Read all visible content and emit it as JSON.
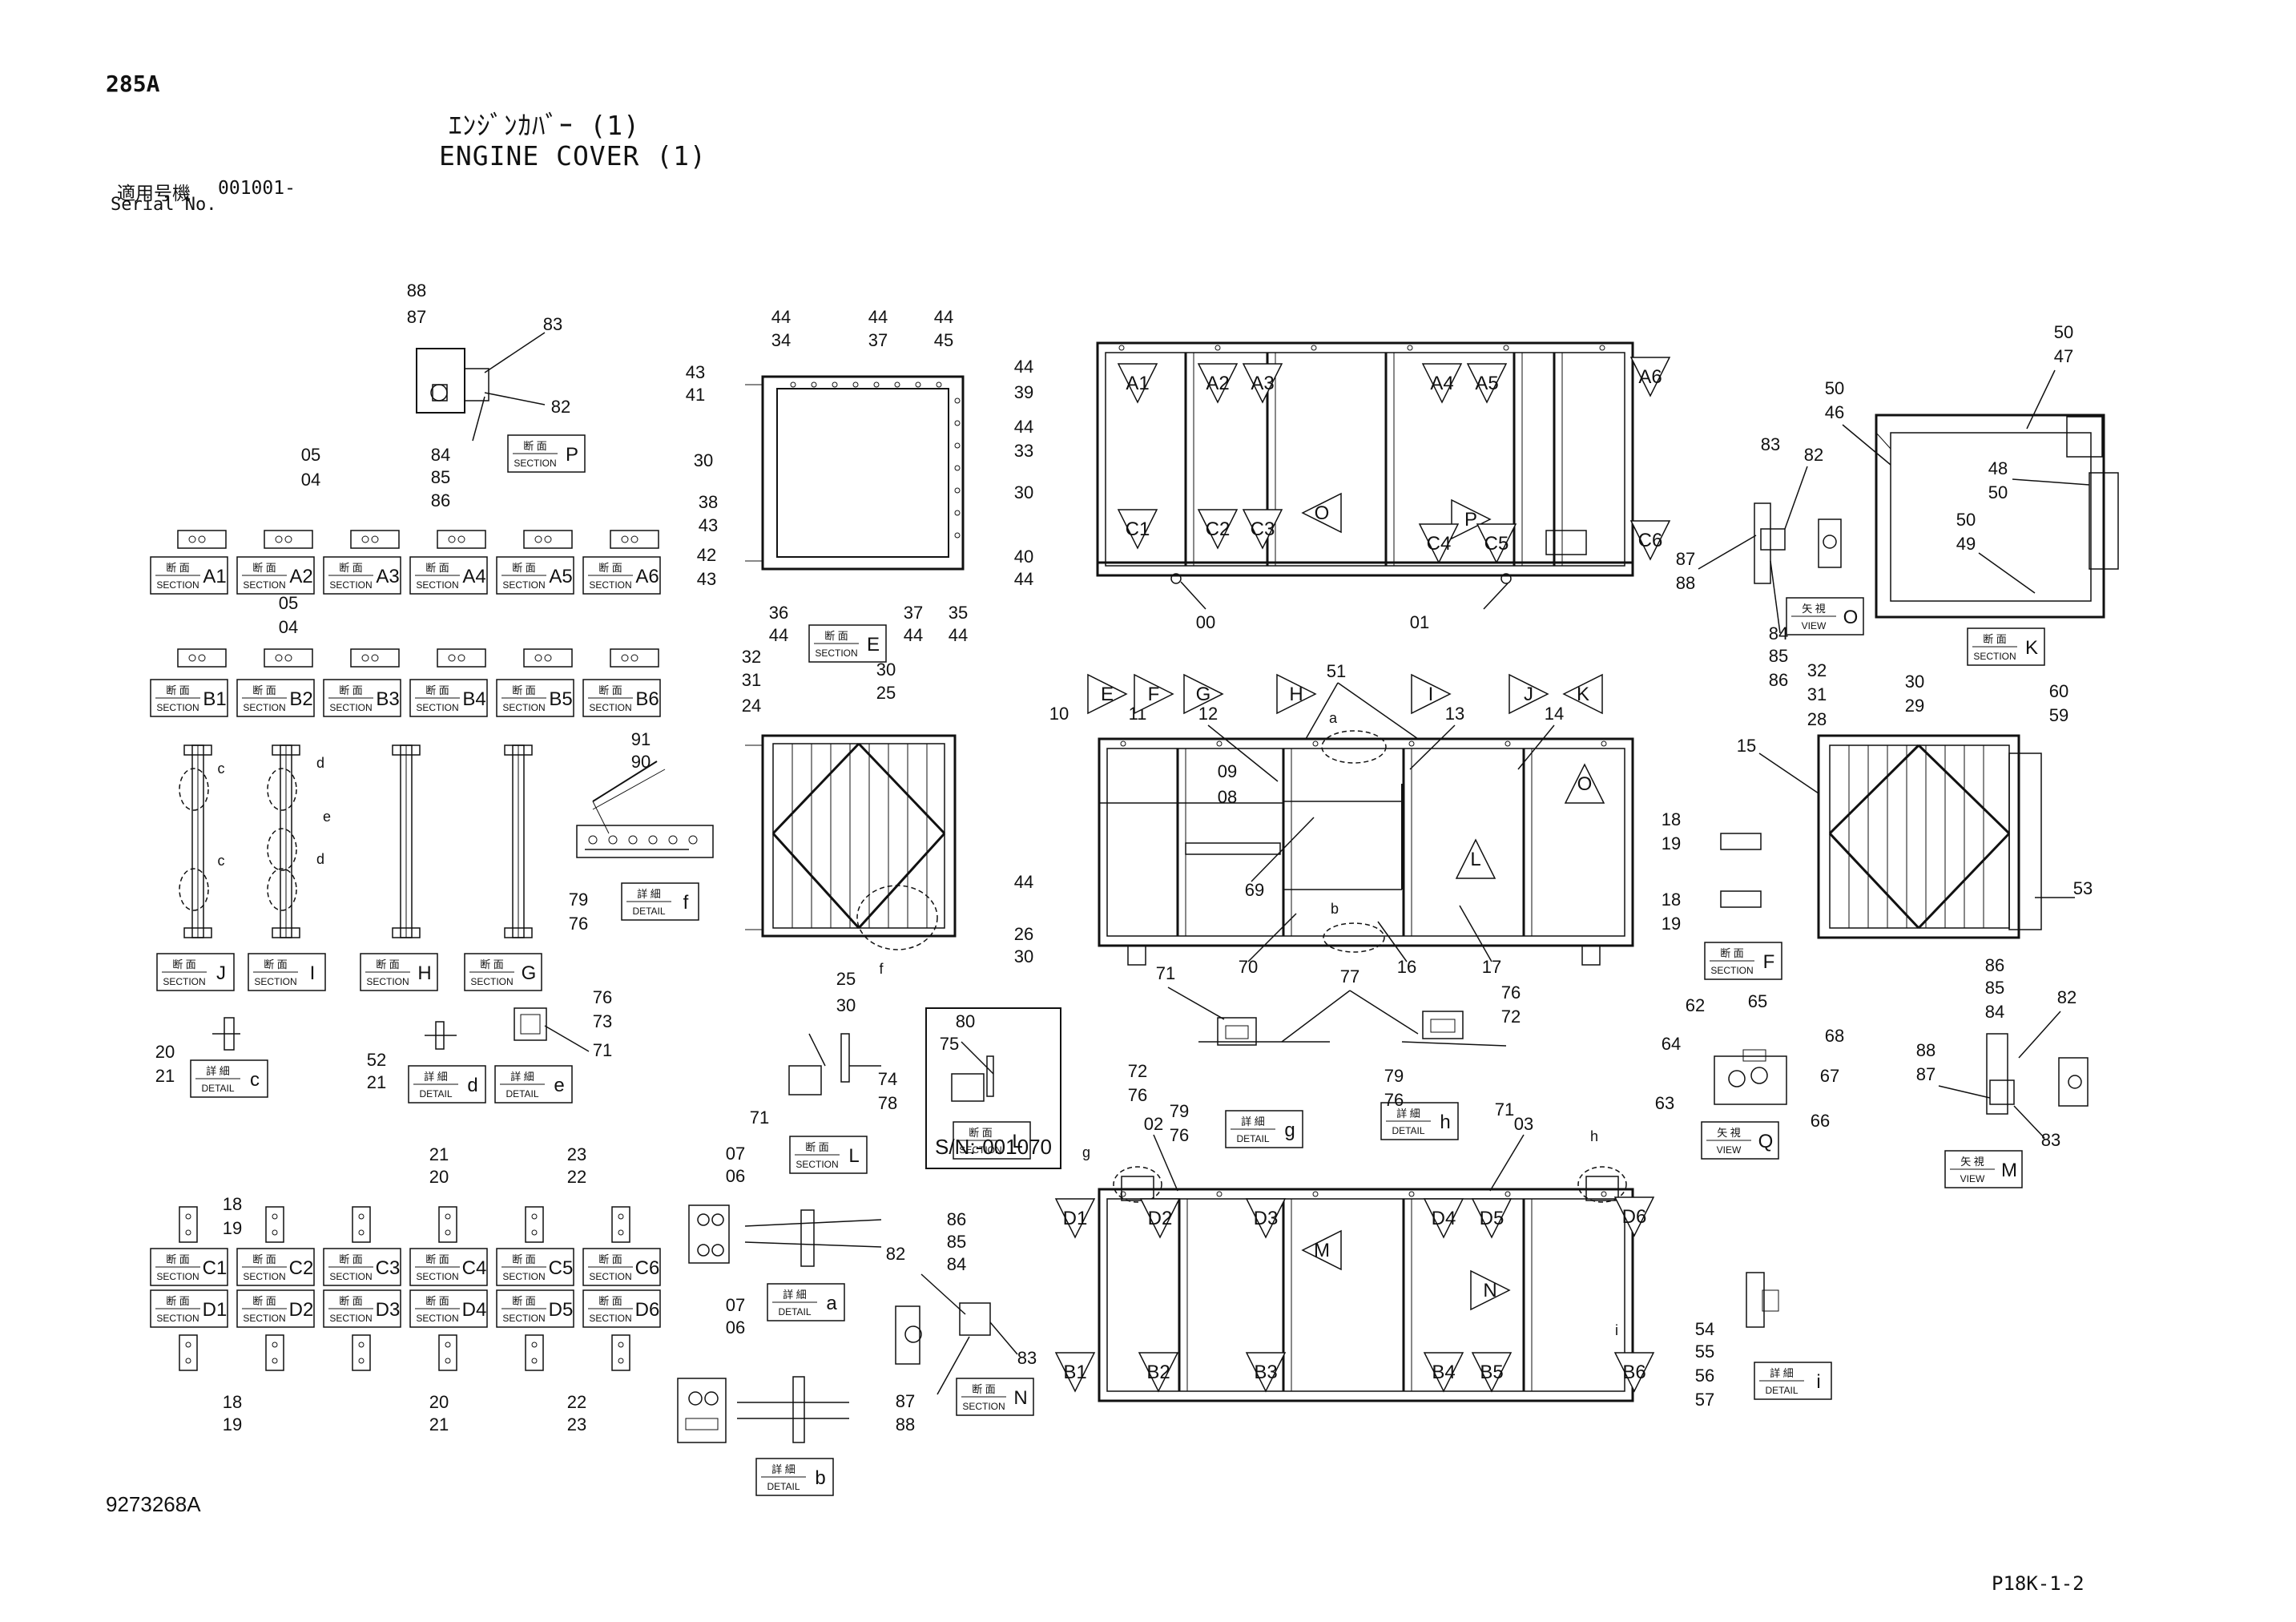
{
  "header": {
    "doc_code": "285A",
    "title_jp": "ｴﾝｼﾞﾝｶﾊﾞｰ (1)",
    "title_en": "ENGINE COVER (1)",
    "serial_label_jp": "適用号機",
    "serial_value": "001001-",
    "serial_label_en": "Serial No."
  },
  "footer": {
    "drawing_number": "9273268A",
    "page_ref": "P18K-1-2"
  },
  "sn_note": "S/N:-001070",
  "colors": {
    "line": "#111111",
    "background": "#ffffff"
  },
  "callouts": [
    {
      "id": "c01",
      "text": "88"
    },
    {
      "id": "c02",
      "text": "87"
    },
    {
      "id": "c03",
      "text": "83"
    },
    {
      "id": "c04",
      "text": "82"
    },
    {
      "id": "c05",
      "text": "84"
    },
    {
      "id": "c06",
      "text": "85"
    },
    {
      "id": "c07",
      "text": "86"
    },
    {
      "id": "c08",
      "text": "05"
    },
    {
      "id": "c09",
      "text": "04"
    },
    {
      "id": "c10",
      "text": "05"
    },
    {
      "id": "c11",
      "text": "04"
    },
    {
      "id": "c12",
      "text": "44"
    },
    {
      "id": "c13",
      "text": "34"
    },
    {
      "id": "c14",
      "text": "44"
    },
    {
      "id": "c15",
      "text": "37"
    },
    {
      "id": "c16",
      "text": "44"
    },
    {
      "id": "c17",
      "text": "45"
    },
    {
      "id": "c18",
      "text": "43"
    },
    {
      "id": "c19",
      "text": "41"
    },
    {
      "id": "c20",
      "text": "44"
    },
    {
      "id": "c21",
      "text": "39"
    },
    {
      "id": "c22",
      "text": "30"
    },
    {
      "id": "c23",
      "text": "44"
    },
    {
      "id": "c24",
      "text": "33"
    },
    {
      "id": "c25",
      "text": "38"
    },
    {
      "id": "c26",
      "text": "43"
    },
    {
      "id": "c27",
      "text": "30"
    },
    {
      "id": "c28",
      "text": "42"
    },
    {
      "id": "c29",
      "text": "43"
    },
    {
      "id": "c30",
      "text": "40"
    },
    {
      "id": "c31",
      "text": "44"
    },
    {
      "id": "c32",
      "text": "36"
    },
    {
      "id": "c33",
      "text": "44"
    },
    {
      "id": "c34",
      "text": "37"
    },
    {
      "id": "c35",
      "text": "44"
    },
    {
      "id": "c36",
      "text": "35"
    },
    {
      "id": "c37",
      "text": "44"
    },
    {
      "id": "c38",
      "text": "00"
    },
    {
      "id": "c39",
      "text": "01"
    },
    {
      "id": "c40",
      "text": "50"
    },
    {
      "id": "c41",
      "text": "47"
    },
    {
      "id": "c42",
      "text": "50"
    },
    {
      "id": "c43",
      "text": "46"
    },
    {
      "id": "c44",
      "text": "48"
    },
    {
      "id": "c45",
      "text": "50"
    },
    {
      "id": "c46",
      "text": "50"
    },
    {
      "id": "c47",
      "text": "49"
    },
    {
      "id": "c48",
      "text": "83"
    },
    {
      "id": "c49",
      "text": "82"
    },
    {
      "id": "c50",
      "text": "87"
    },
    {
      "id": "c51",
      "text": "88"
    },
    {
      "id": "c52",
      "text": "84"
    },
    {
      "id": "c53",
      "text": "85"
    },
    {
      "id": "c54",
      "text": "86"
    },
    {
      "id": "c55",
      "text": "32"
    },
    {
      "id": "c56",
      "text": "31"
    },
    {
      "id": "c57",
      "text": "24"
    },
    {
      "id": "c58",
      "text": "30"
    },
    {
      "id": "c59",
      "text": "25"
    },
    {
      "id": "c60",
      "text": "44"
    },
    {
      "id": "c61",
      "text": "26"
    },
    {
      "id": "c62",
      "text": "30"
    },
    {
      "id": "c63",
      "text": "25"
    },
    {
      "id": "c64",
      "text": "30"
    },
    {
      "id": "c65",
      "text": "91"
    },
    {
      "id": "c66",
      "text": "90"
    },
    {
      "id": "c67",
      "text": "79"
    },
    {
      "id": "c68",
      "text": "76"
    },
    {
      "id": "c69",
      "text": "10"
    },
    {
      "id": "c70",
      "text": "11"
    },
    {
      "id": "c71",
      "text": "12"
    },
    {
      "id": "c72",
      "text": "51"
    },
    {
      "id": "c73",
      "text": "13"
    },
    {
      "id": "c74",
      "text": "14"
    },
    {
      "id": "c75",
      "text": "09"
    },
    {
      "id": "c76",
      "text": "08"
    },
    {
      "id": "c77",
      "text": "69"
    },
    {
      "id": "c78",
      "text": "70"
    },
    {
      "id": "c79",
      "text": "16"
    },
    {
      "id": "c80",
      "text": "17"
    },
    {
      "id": "c81",
      "text": "32"
    },
    {
      "id": "c82",
      "text": "31"
    },
    {
      "id": "c83",
      "text": "28"
    },
    {
      "id": "c84",
      "text": "30"
    },
    {
      "id": "c85",
      "text": "29"
    },
    {
      "id": "c86",
      "text": "60"
    },
    {
      "id": "c87",
      "text": "59"
    },
    {
      "id": "c88",
      "text": "15"
    },
    {
      "id": "c89",
      "text": "53"
    },
    {
      "id": "c90",
      "text": "18"
    },
    {
      "id": "c91",
      "text": "19"
    },
    {
      "id": "c92",
      "text": "18"
    },
    {
      "id": "c93",
      "text": "19"
    },
    {
      "id": "c94",
      "text": "20"
    },
    {
      "id": "c95",
      "text": "21"
    },
    {
      "id": "c96",
      "text": "52"
    },
    {
      "id": "c97",
      "text": "21"
    },
    {
      "id": "c98",
      "text": "76"
    },
    {
      "id": "c99",
      "text": "73"
    },
    {
      "id": "c100",
      "text": "71"
    },
    {
      "id": "c101",
      "text": "71"
    },
    {
      "id": "c102",
      "text": "74"
    },
    {
      "id": "c103",
      "text": "78"
    },
    {
      "id": "c104",
      "text": "80"
    },
    {
      "id": "c105",
      "text": "75"
    },
    {
      "id": "c106",
      "text": "71"
    },
    {
      "id": "c107",
      "text": "77"
    },
    {
      "id": "c108",
      "text": "76"
    },
    {
      "id": "c109",
      "text": "72"
    },
    {
      "id": "c110",
      "text": "72"
    },
    {
      "id": "c111",
      "text": "76"
    },
    {
      "id": "c112",
      "text": "79"
    },
    {
      "id": "c113",
      "text": "76"
    },
    {
      "id": "c114",
      "text": "79"
    },
    {
      "id": "c115",
      "text": "76"
    },
    {
      "id": "c116",
      "text": "71"
    },
    {
      "id": "c117",
      "text": "62"
    },
    {
      "id": "c118",
      "text": "65"
    },
    {
      "id": "c119",
      "text": "68"
    },
    {
      "id": "c120",
      "text": "64"
    },
    {
      "id": "c121",
      "text": "67"
    },
    {
      "id": "c122",
      "text": "63"
    },
    {
      "id": "c123",
      "text": "66"
    },
    {
      "id": "c124",
      "text": "86"
    },
    {
      "id": "c125",
      "text": "85"
    },
    {
      "id": "c126",
      "text": "84"
    },
    {
      "id": "c127",
      "text": "82"
    },
    {
      "id": "c128",
      "text": "88"
    },
    {
      "id": "c129",
      "text": "87"
    },
    {
      "id": "c130",
      "text": "83"
    },
    {
      "id": "c131",
      "text": "18"
    },
    {
      "id": "c132",
      "text": "19"
    },
    {
      "id": "c133",
      "text": "21"
    },
    {
      "id": "c134",
      "text": "20"
    },
    {
      "id": "c135",
      "text": "23"
    },
    {
      "id": "c136",
      "text": "22"
    },
    {
      "id": "c137",
      "text": "18"
    },
    {
      "id": "c138",
      "text": "19"
    },
    {
      "id": "c139",
      "text": "20"
    },
    {
      "id": "c140",
      "text": "21"
    },
    {
      "id": "c141",
      "text": "22"
    },
    {
      "id": "c142",
      "text": "23"
    },
    {
      "id": "c143",
      "text": "07"
    },
    {
      "id": "c144",
      "text": "06"
    },
    {
      "id": "c145",
      "text": "07"
    },
    {
      "id": "c146",
      "text": "06"
    },
    {
      "id": "c147",
      "text": "86"
    },
    {
      "id": "c148",
      "text": "85"
    },
    {
      "id": "c149",
      "text": "84"
    },
    {
      "id": "c150",
      "text": "82"
    },
    {
      "id": "c151",
      "text": "83"
    },
    {
      "id": "c152",
      "text": "87"
    },
    {
      "id": "c153",
      "text": "88"
    },
    {
      "id": "c154",
      "text": "02"
    },
    {
      "id": "c155",
      "text": "03"
    },
    {
      "id": "c156",
      "text": "54"
    },
    {
      "id": "c157",
      "text": "55"
    },
    {
      "id": "c158",
      "text": "56"
    },
    {
      "id": "c159",
      "text": "57"
    }
  ],
  "view_markers": [
    {
      "id": "m01",
      "text": "A1"
    },
    {
      "id": "m02",
      "text": "A2"
    },
    {
      "id": "m03",
      "text": "A3"
    },
    {
      "id": "m04",
      "text": "A4"
    },
    {
      "id": "m05",
      "text": "A5"
    },
    {
      "id": "m06",
      "text": "A6"
    },
    {
      "id": "m07",
      "text": "C1"
    },
    {
      "id": "m08",
      "text": "C2"
    },
    {
      "id": "m09",
      "text": "C3"
    },
    {
      "id": "m10",
      "text": "O"
    },
    {
      "id": "m11",
      "text": "P"
    },
    {
      "id": "m12",
      "text": "C4"
    },
    {
      "id": "m13",
      "text": "C5"
    },
    {
      "id": "m14",
      "text": "C6"
    },
    {
      "id": "m15",
      "text": "E"
    },
    {
      "id": "m16",
      "text": "F"
    },
    {
      "id": "m17",
      "text": "G"
    },
    {
      "id": "m18",
      "text": "H"
    },
    {
      "id": "m19",
      "text": "I"
    },
    {
      "id": "m20",
      "text": "J"
    },
    {
      "id": "m21",
      "text": "K"
    },
    {
      "id": "m22",
      "text": "O"
    },
    {
      "id": "m23",
      "text": "L"
    },
    {
      "id": "m24",
      "text": "D1"
    },
    {
      "id": "m25",
      "text": "D2"
    },
    {
      "id": "m26",
      "text": "D3"
    },
    {
      "id": "m27",
      "text": "D4"
    },
    {
      "id": "m28",
      "text": "D5"
    },
    {
      "id": "m29",
      "text": "D6"
    },
    {
      "id": "m30",
      "text": "M"
    },
    {
      "id": "m31",
      "text": "N"
    },
    {
      "id": "m32",
      "text": "B1"
    },
    {
      "id": "m33",
      "text": "B2"
    },
    {
      "id": "m34",
      "text": "B3"
    },
    {
      "id": "m35",
      "text": "B4"
    },
    {
      "id": "m36",
      "text": "B5"
    },
    {
      "id": "m37",
      "text": "B6"
    }
  ],
  "detail_refs": [
    {
      "id": "d01",
      "text": "c"
    },
    {
      "id": "d02",
      "text": "d"
    },
    {
      "id": "d03",
      "text": "e"
    },
    {
      "id": "d04",
      "text": "d"
    },
    {
      "id": "d05",
      "text": "c"
    },
    {
      "id": "d06",
      "text": "a"
    },
    {
      "id": "d07",
      "text": "b"
    },
    {
      "id": "d08",
      "text": "f"
    },
    {
      "id": "d09",
      "text": "g"
    },
    {
      "id": "d10",
      "text": "h"
    },
    {
      "id": "d11",
      "text": "i"
    }
  ],
  "section_tags": [
    {
      "id": "s01",
      "jp": "断 面",
      "en": "SECTION",
      "letter": "P"
    },
    {
      "id": "s02",
      "jp": "断 面",
      "en": "SECTION",
      "letter": "A1"
    },
    {
      "id": "s03",
      "jp": "断 面",
      "en": "SECTION",
      "letter": "A2"
    },
    {
      "id": "s04",
      "jp": "断 面",
      "en": "SECTION",
      "letter": "A3"
    },
    {
      "id": "s05",
      "jp": "断 面",
      "en": "SECTION",
      "letter": "A4"
    },
    {
      "id": "s06",
      "jp": "断 面",
      "en": "SECTION",
      "letter": "A5"
    },
    {
      "id": "s07",
      "jp": "断 面",
      "en": "SECTION",
      "letter": "A6"
    },
    {
      "id": "s08",
      "jp": "断 面",
      "en": "SECTION",
      "letter": "E"
    },
    {
      "id": "s09",
      "jp": "断 面",
      "en": "SECTION",
      "letter": "B1"
    },
    {
      "id": "s10",
      "jp": "断 面",
      "en": "SECTION",
      "letter": "B2"
    },
    {
      "id": "s11",
      "jp": "断 面",
      "en": "SECTION",
      "letter": "B3"
    },
    {
      "id": "s12",
      "jp": "断 面",
      "en": "SECTION",
      "letter": "B4"
    },
    {
      "id": "s13",
      "jp": "断 面",
      "en": "SECTION",
      "letter": "B5"
    },
    {
      "id": "s14",
      "jp": "断 面",
      "en": "SECTION",
      "letter": "B6"
    },
    {
      "id": "s15",
      "jp": "矢 視",
      "en": "VIEW",
      "letter": "O"
    },
    {
      "id": "s16",
      "jp": "断 面",
      "en": "SECTION",
      "letter": "K"
    },
    {
      "id": "s17",
      "jp": "詳 細",
      "en": "DETAIL",
      "letter": "f"
    },
    {
      "id": "s18",
      "jp": "断 面",
      "en": "SECTION",
      "letter": "J"
    },
    {
      "id": "s19",
      "jp": "断 面",
      "en": "SECTION",
      "letter": "I"
    },
    {
      "id": "s20",
      "jp": "断 面",
      "en": "SECTION",
      "letter": "H"
    },
    {
      "id": "s21",
      "jp": "断 面",
      "en": "SECTION",
      "letter": "G"
    },
    {
      "id": "s22",
      "jp": "断 面",
      "en": "SECTION",
      "letter": "F"
    },
    {
      "id": "s23",
      "jp": "詳 細",
      "en": "DETAIL",
      "letter": "c"
    },
    {
      "id": "s24",
      "jp": "詳 細",
      "en": "DETAIL",
      "letter": "d"
    },
    {
      "id": "s25",
      "jp": "詳 細",
      "en": "DETAIL",
      "letter": "e"
    },
    {
      "id": "s26",
      "jp": "断 面",
      "en": "SECTION",
      "letter": "L"
    },
    {
      "id": "s27",
      "jp": "断 面",
      "en": "SECTION",
      "letter": "L"
    },
    {
      "id": "s28",
      "jp": "詳 細",
      "en": "DETAIL",
      "letter": "g"
    },
    {
      "id": "s29",
      "jp": "詳 細",
      "en": "DETAIL",
      "letter": "h"
    },
    {
      "id": "s30",
      "jp": "矢 視",
      "en": "VIEW",
      "letter": "Q"
    },
    {
      "id": "s31",
      "jp": "矢 視",
      "en": "VIEW",
      "letter": "M"
    },
    {
      "id": "s32",
      "jp": "断 面",
      "en": "SECTION",
      "letter": "C1"
    },
    {
      "id": "s33",
      "jp": "断 面",
      "en": "SECTION",
      "letter": "C2"
    },
    {
      "id": "s34",
      "jp": "断 面",
      "en": "SECTION",
      "letter": "C3"
    },
    {
      "id": "s35",
      "jp": "断 面",
      "en": "SECTION",
      "letter": "C4"
    },
    {
      "id": "s36",
      "jp": "断 面",
      "en": "SECTION",
      "letter": "C5"
    },
    {
      "id": "s37",
      "jp": "断 面",
      "en": "SECTION",
      "letter": "C6"
    },
    {
      "id": "s38",
      "jp": "断 面",
      "en": "SECTION",
      "letter": "D1"
    },
    {
      "id": "s39",
      "jp": "断 面",
      "en": "SECTION",
      "letter": "D2"
    },
    {
      "id": "s40",
      "jp": "断 面",
      "en": "SECTION",
      "letter": "D3"
    },
    {
      "id": "s41",
      "jp": "断 面",
      "en": "SECTION",
      "letter": "D4"
    },
    {
      "id": "s42",
      "jp": "断 面",
      "en": "SECTION",
      "letter": "D5"
    },
    {
      "id": "s43",
      "jp": "断 面",
      "en": "SECTION",
      "letter": "D6"
    },
    {
      "id": "s44",
      "jp": "詳 細",
      "en": "DETAIL",
      "letter": "a"
    },
    {
      "id": "s45",
      "jp": "詳 細",
      "en": "DETAIL",
      "letter": "b"
    },
    {
      "id": "s46",
      "jp": "断 面",
      "en": "SECTION",
      "letter": "N"
    },
    {
      "id": "s47",
      "jp": "詳 細",
      "en": "DETAIL",
      "letter": "i"
    }
  ]
}
